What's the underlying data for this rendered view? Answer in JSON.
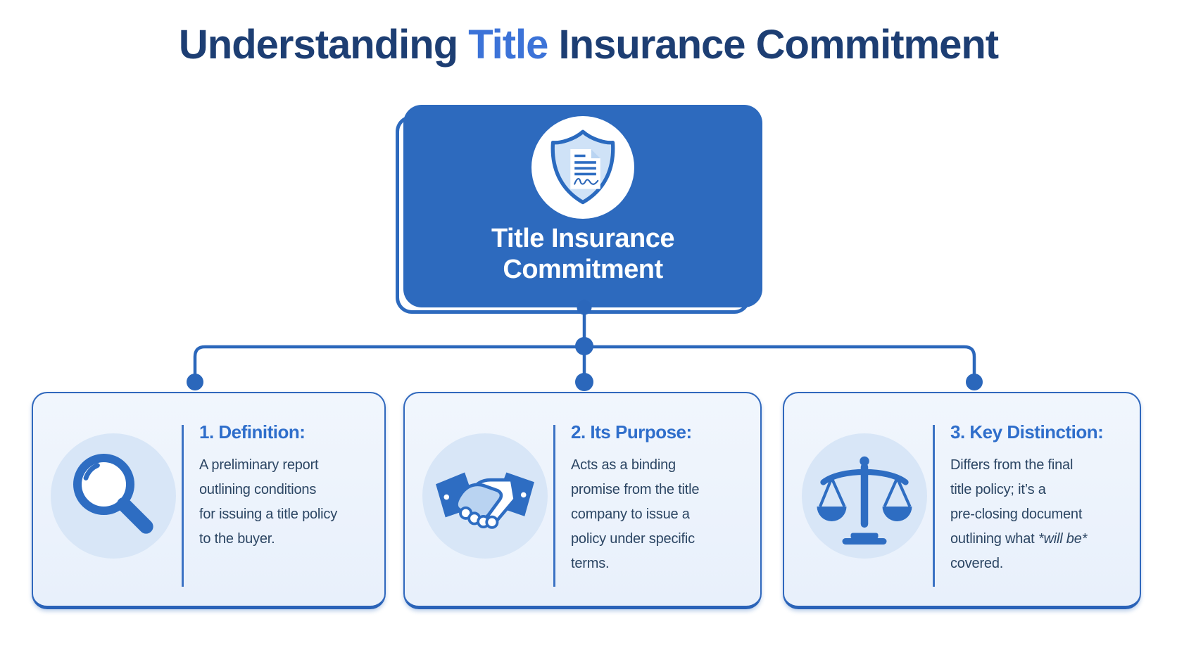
{
  "title": {
    "part1": "Understanding ",
    "accent": "Title",
    "part2": " Insurance Commitment"
  },
  "root_node": {
    "icon": "shield-document-icon",
    "label_line1": "Title Insurance",
    "label_line2": "Commitment"
  },
  "cards": [
    {
      "icon": "magnifier-icon",
      "heading": "1. Definition:",
      "body": "A preliminary report\noutlining conditions\nfor issuing a title policy\nto the buyer."
    },
    {
      "icon": "handshake-icon",
      "heading": "2. Its Purpose:",
      "body": "Acts as a binding\npromise from the title\ncompany to issue a\npolicy under specific\nterms."
    },
    {
      "icon": "scales-icon",
      "heading": "3. Key Distinction:",
      "body_pre": "Differs from the final\ntitle policy; it’s a\npre-closing document\noutlining what ",
      "body_italic": "*will be*",
      "body_post": "\ncovered."
    }
  ],
  "colors": {
    "node_blue": "#2d6abe",
    "title_navy": "#1d3e73",
    "title_accent": "#3c73d8",
    "heading_blue": "#2f6ecb",
    "body_text": "#2b4563",
    "connector": "#2b67bb",
    "card_border": "#3068bd",
    "card_bg": "#eef4fc",
    "icon_circle_bg": "#d8e6f7",
    "icon_blue": "#2e6dc2"
  }
}
